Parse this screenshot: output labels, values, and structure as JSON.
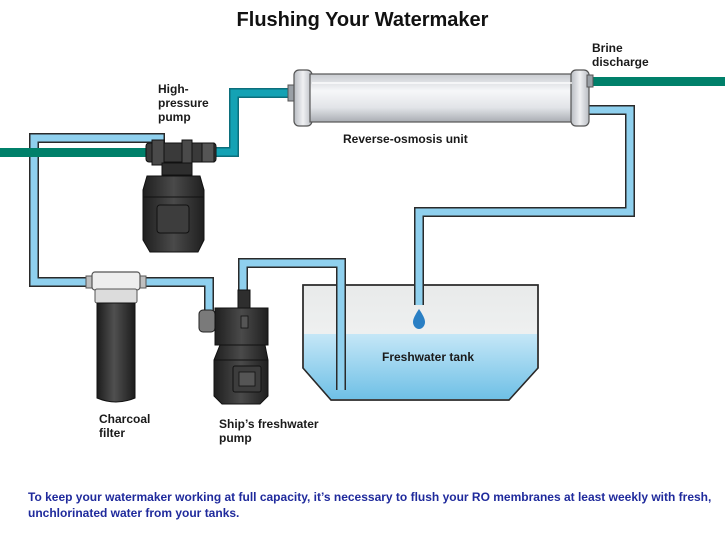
{
  "title": "Flushing Your Watermaker",
  "labels": {
    "brine": [
      "Brine",
      "discharge"
    ],
    "hp_pump": [
      "High-",
      "pressure",
      "pump"
    ],
    "ro_unit": "Reverse-osmosis unit",
    "tank": "Freshwater tank",
    "charcoal": [
      "Charcoal",
      "filter"
    ],
    "ship_pump": [
      "Ship’s freshwater",
      "pump"
    ]
  },
  "caption": "To keep your watermaker working at full capacity, it’s necessary to flush your RO membranes at least weekly with fresh, unchlorinated water from your tanks.",
  "colors": {
    "fresh_water_pipe": "#8fd0ee",
    "sea_water_pipe": "#00806a",
    "pressure_pipe": "#14a2b4",
    "pump_body": "#2e2e2e",
    "caption_text": "#1f2a9c"
  }
}
